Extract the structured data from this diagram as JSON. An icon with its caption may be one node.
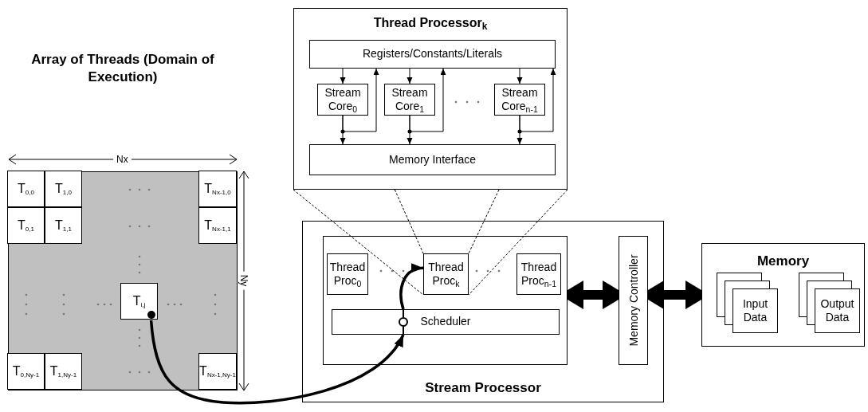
{
  "diagram": {
    "nodes": [
      {
        "text": [
          "Thread Processor$_{k}$"
        ]
      },
      {
        "text": [
          "Registers/Constants/Literals"
        ],
        "in": 0
      },
      {
        "text": [
          "Stream Core$_{0}$"
        ],
        "in": 0
      },
      {
        "text": [
          "Stream Core$_{1}$"
        ],
        "in": 0
      },
      {
        "text": [
          "Stream Core$_{n-1}$"
        ],
        "in": 0
      },
      {
        "text": [
          "Memory Interface"
        ],
        "in": 0
      },
      {
        "text": [],
        "shape": "box"
      },
      {
        "text": [
          "T$_{0,0}$"
        ],
        "in": 6
      },
      {
        "text": [
          "T$_{1,0}$"
        ],
        "in": 6
      },
      {
        "text": [
          "T$_{Nx-1,0}$"
        ],
        "in": 6
      },
      {
        "text": [
          "T$_{0,1}$"
        ],
        "in": 6
      },
      {
        "text": [
          "T$_{1,1}$"
        ],
        "in": 6
      },
      {
        "text": [
          "T$_{Nx-1,1}$"
        ],
        "in": 6
      },
      {
        "text": [
          "T$_{i,j}$"
        ],
        "in": 6
      },
      {
        "text": [
          "T$_{0,Ny-1}$"
        ],
        "in": 6
      },
      {
        "text": [
          "T$_{1,Ny-1}$"
        ],
        "in": 6
      },
      {
        "text": [
          "T$_{Nx-1,Ny-1}$"
        ],
        "in": 6
      },
      {
        "text": [
          "Stream Processor"
        ]
      },
      {
        "text": [],
        "shape": "box",
        "in": 17
      },
      {
        "text": [
          "Thread Proc$_{0}$"
        ],
        "in": 18
      },
      {
        "text": [
          "Thread Proc$_{k}$"
        ],
        "in": 18
      },
      {
        "text": [
          "Thread Proc$_{n-1}$"
        ],
        "in": 18
      },
      {
        "text": [
          "Scheduler"
        ],
        "in": 18
      },
      {
        "text": [
          "Memory Controller"
        ],
        "in": 17
      },
      {
        "text": [
          "Memory"
        ]
      },
      {
        "text": [
          "Input Data"
        ],
        "in": 24
      },
      {
        "text": [
          "Output Data"
        ],
        "in": 24
      }
    ],
    "edges": [
      {
        "from": 1,
        "to": 2,
        "arrow": "to"
      },
      {
        "from": 2,
        "to": 5,
        "arrow": "to"
      },
      {
        "from": 2,
        "to": 1,
        "arrow": "to"
      },
      {
        "from": 1,
        "to": 3,
        "arrow": "to"
      },
      {
        "from": 3,
        "to": 5,
        "arrow": "to"
      },
      {
        "from": 3,
        "to": 1,
        "arrow": "to"
      },
      {
        "from": 1,
        "to": 4,
        "arrow": "to"
      },
      {
        "from": 4,
        "to": 5,
        "arrow": "to"
      },
      {
        "from": 4,
        "to": 1,
        "arrow": "to"
      },
      {
        "from": 13,
        "to": 22,
        "arrow": "to",
        "style": "thick"
      },
      {
        "from": 22,
        "to": 20,
        "arrow": "to",
        "style": "thick"
      },
      {
        "from": 0,
        "to": 20,
        "arrow": "none",
        "style": "dashed"
      },
      {
        "from": 0,
        "to": 20,
        "arrow": "none",
        "style": "dashed"
      },
      {
        "from": 0,
        "to": 20,
        "arrow": "none",
        "style": "dashed"
      },
      {
        "from": 0,
        "to": 20,
        "arrow": "none",
        "style": "dashed"
      },
      {
        "from": 18,
        "to": 23,
        "arrow": "both",
        "style": "thick"
      },
      {
        "from": 23,
        "to": 24,
        "arrow": "both",
        "style": "thick"
      }
    ],
    "labels": [
      "Array of Threads (Domain of Execution)",
      "Nx",
      "Ny"
    ]
  }
}
